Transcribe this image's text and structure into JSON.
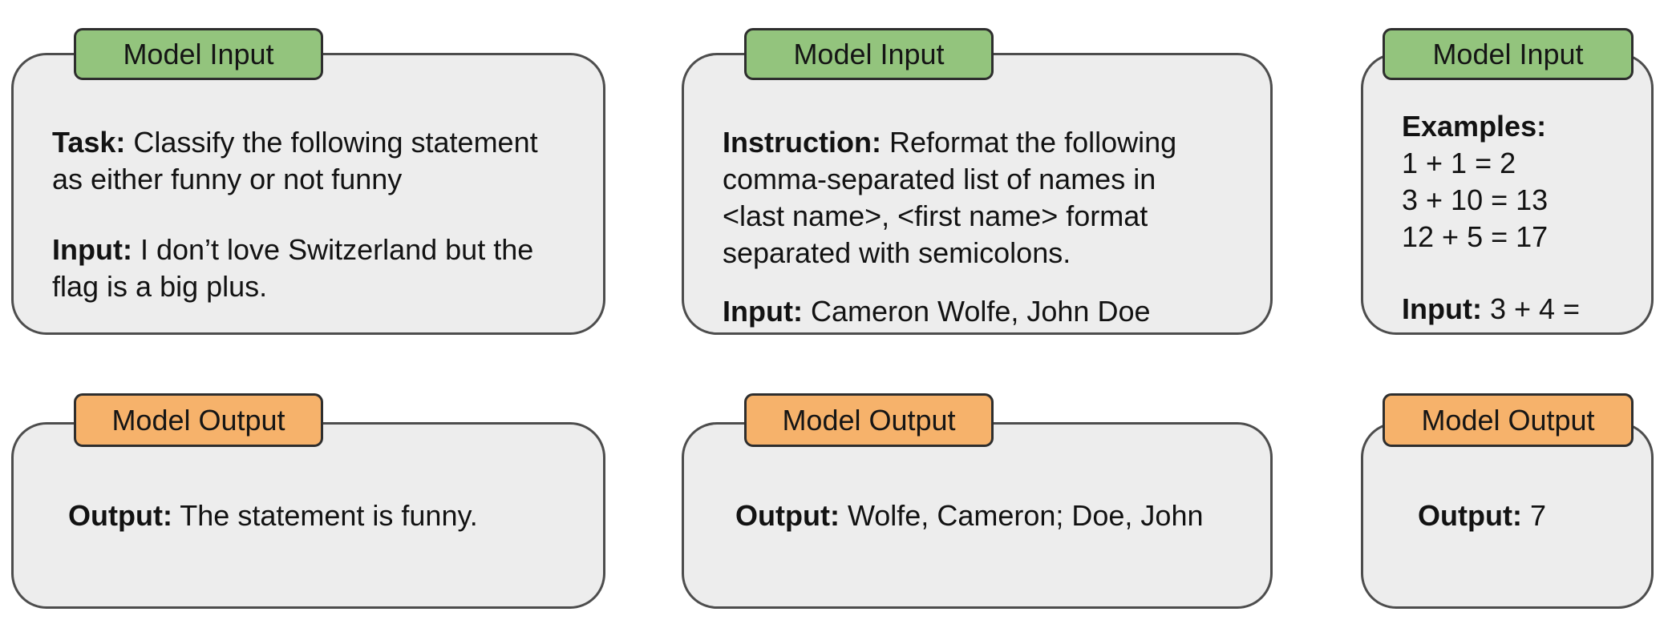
{
  "colors": {
    "input_tab_green": "#93c47d",
    "output_tab_orange": "#f6b26b",
    "card_background": "#ededed",
    "card_border": "#4d4d4d",
    "text": "#121212"
  },
  "cards": [
    {
      "name": "classification-model-input",
      "type": "input",
      "tab_label": "Model Input",
      "paragraphs": [
        {
          "label": "Task:",
          "lines": [
            " Classify the following statement",
            "as either funny or not funny"
          ]
        },
        {
          "label": "Input:",
          "lines": [
            " I don’t love Switzerland but the",
            "flag is a big plus."
          ]
        }
      ]
    },
    {
      "name": "reformat-model-input",
      "type": "input",
      "tab_label": "Model Input",
      "paragraphs": [
        {
          "label": "Instruction:",
          "lines": [
            " Reformat the following",
            "comma-separated list of names in",
            "<last name>, <first name> format",
            "separated with semicolons."
          ]
        },
        {
          "label": "Input:",
          "lines": [
            " Cameron Wolfe, John Doe"
          ]
        }
      ]
    },
    {
      "name": "fewshot-model-input",
      "type": "input",
      "tab_label": "Model Input",
      "paragraphs": [
        {
          "label": "Examples:",
          "lines": [
            "1 + 1 = 2",
            "3 + 10 = 13",
            "12 + 5 = 17"
          ]
        },
        {
          "label": "Input:",
          "lines": [
            " 3 + 4 ="
          ]
        }
      ]
    },
    {
      "name": "classification-model-output",
      "type": "output",
      "tab_label": "Model Output",
      "paragraphs": [
        {
          "label": "Output:",
          "lines": [
            " The statement is funny."
          ]
        }
      ]
    },
    {
      "name": "reformat-model-output",
      "type": "output",
      "tab_label": "Model Output",
      "paragraphs": [
        {
          "label": "Output:",
          "lines": [
            " Wolfe, Cameron; Doe, John"
          ]
        }
      ]
    },
    {
      "name": "fewshot-model-output",
      "type": "output",
      "tab_label": "Model Output",
      "paragraphs": [
        {
          "label": "Output:",
          "lines": [
            " 7"
          ]
        }
      ]
    }
  ]
}
